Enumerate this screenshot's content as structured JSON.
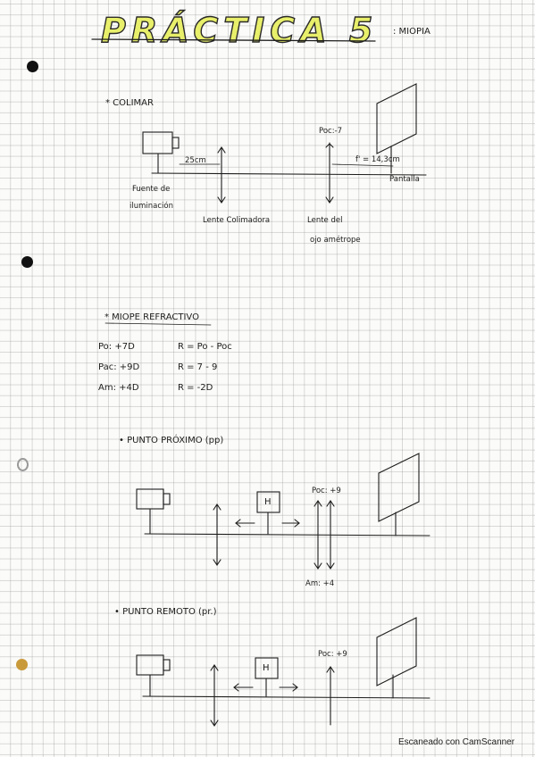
{
  "title": "PRÁCTICA 5",
  "subtitle": ": MIOPIA",
  "section_colimar": {
    "heading": "* COLIMAR",
    "fuente_1": "Fuente de",
    "fuente_2": "iluminación",
    "dist_25": "25cm",
    "lente_col": "Lente Colimadora",
    "poc": "Poc:-7",
    "fprime": "f' = 14,3cm",
    "pantalla": "Pantalla",
    "lente_ojo_1": "Lente del",
    "lente_ojo_2": "ojo amétrope"
  },
  "section_miope": {
    "heading": "* MIOPE REFRACTIVO",
    "po": "Po: +7D",
    "pac": "Pac: +9D",
    "am": "Am: +4D",
    "r1": "R = Po - Poc",
    "r2": "R = 7 - 9",
    "r3": "R = -2D"
  },
  "section_pp": {
    "heading": "• PUNTO PRÓXIMO (pp)",
    "poc": "Poc: +9",
    "am": "Am: +4",
    "h_label": "H"
  },
  "section_pr": {
    "heading": "• PUNTO REMOTO (pr.)",
    "poc": "Poc: +9",
    "h_label": "H"
  },
  "footer": "Escaneado con CamScanner",
  "colors": {
    "highlight": "#e8ef6a",
    "ink": "#1d1d1d"
  }
}
